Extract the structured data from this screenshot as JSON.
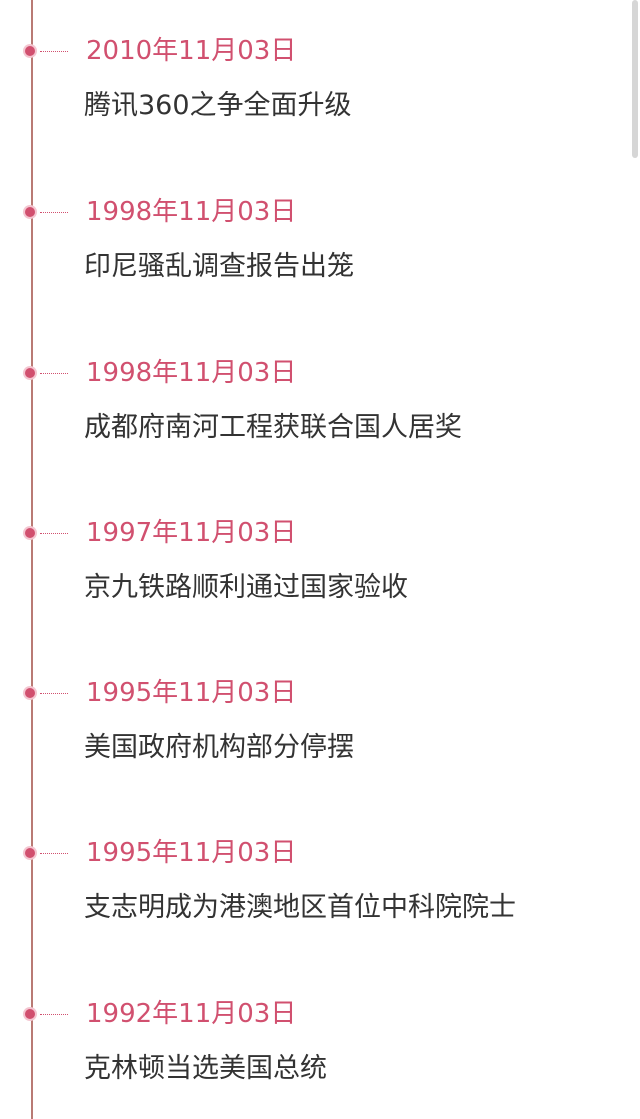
{
  "events": [
    {
      "date": "2010年11月03日",
      "title": "腾讯360之争全面升级"
    },
    {
      "date": "1998年11月03日",
      "title": "印尼骚乱调查报告出笼"
    },
    {
      "date": "1998年11月03日",
      "title": "成都府南河工程获联合国人居奖"
    },
    {
      "date": "1997年11月03日",
      "title": "京九铁路顺利通过国家验收"
    },
    {
      "date": "1995年11月03日",
      "title": "美国政府机构部分停摆"
    },
    {
      "date": "1995年11月03日",
      "title": "支志明成为港澳地区首位中科院院士"
    },
    {
      "date": "1992年11月03日",
      "title": "克林顿当选美国总统"
    }
  ],
  "colors": {
    "accent": "#d1506f",
    "line": "#b97a74",
    "text": "#333333"
  }
}
